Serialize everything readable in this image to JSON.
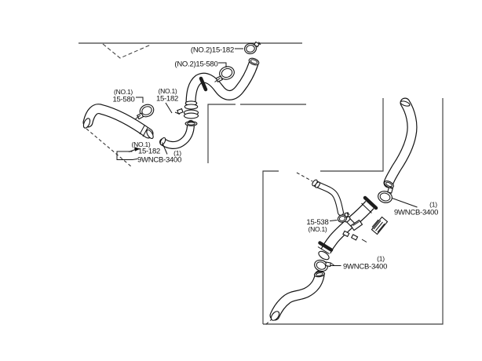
{
  "diagram": {
    "background": "#ffffff",
    "line_color": "#141414",
    "frame_color": "#3d3d3d",
    "text_color": "#101010"
  },
  "view1": {
    "labels": {
      "clamp_no2_15_182": "(NO.2)15-182",
      "clamp_no2_15_580": "(NO.2)15-580",
      "clamp_no1_15_580_l1": "(NO.1)",
      "clamp_no1_15_580_l2": "15-580",
      "clamp_no1_15_182_mid_l1": "(NO.1)",
      "clamp_no1_15_182_mid_l2": "15-182",
      "clamp_no1_15_182_end_l1": "(NO.1)",
      "clamp_no1_15_182_end_l2": "15-182",
      "hose_9wncb_qty": "(1)",
      "hose_9wncb": "9WNCB-3400"
    }
  },
  "view2": {
    "labels": {
      "clamp_15_538_l1": "15-538",
      "clamp_15_538_l2": "(NO.1)",
      "upper_9wncb_qty": "(1)",
      "upper_9wncb": "9WNCB-3400",
      "lower_9wncb_qty": "(1)",
      "lower_9wncb": "9WNCB-3400"
    }
  }
}
